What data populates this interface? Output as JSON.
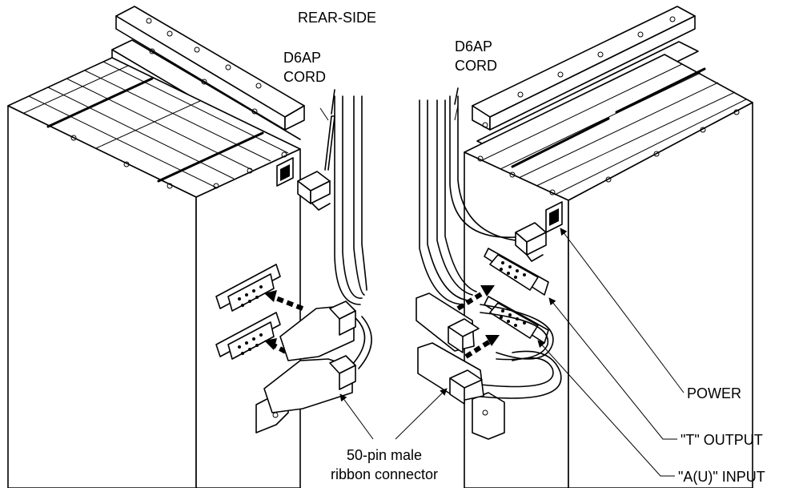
{
  "labels": {
    "rear_side": "REAR-SIDE",
    "cord_left_1": "D6AP",
    "cord_left_2": "CORD",
    "cord_right_1": "D6AP",
    "cord_right_2": "CORD",
    "power": "POWER",
    "t_output": "\"T\" OUTPUT",
    "a_input": "\"A(U)\" INPUT",
    "ribbon_1": "50-pin male",
    "ribbon_2": "ribbon connector"
  }
}
